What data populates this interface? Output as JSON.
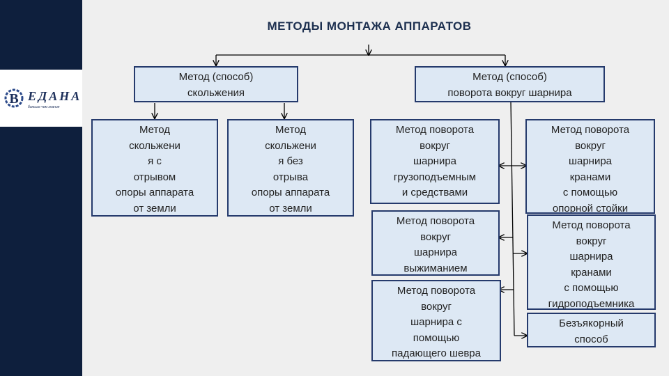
{
  "logo": {
    "name": "ЕДАНА",
    "slogan": "больше чем знания"
  },
  "title": "МЕТОДЫ  МОНТАЖА  АППАРАТОВ",
  "boxes": {
    "sliding": [
      "Метод (способ)",
      "скольжения"
    ],
    "rotation": [
      "Метод (способ)",
      "поворота вокруг шарнира"
    ],
    "sliding_with_lift": [
      "Метод",
      "скольжени",
      "я  с",
      "отрывом",
      "опоры аппарата",
      "от земли"
    ],
    "sliding_without_lift": [
      "Метод",
      "скольжени",
      "я  без",
      "отрыва",
      "опоры аппарата",
      "от земли"
    ],
    "rot_lifting_means": [
      "Метод поворота",
      "вокруг",
      "шарнира",
      "грузоподъемным",
      "и  средствами"
    ],
    "rot_cranes_support": [
      "Метод поворота",
      "вокруг",
      "шарнира",
      "кранами",
      "с помощью",
      "опорной стойки"
    ],
    "rot_pressing": [
      "Метод поворота",
      "вокруг",
      "шарнира",
      "выжиманием"
    ],
    "rot_cranes_hydraulic": [
      "Метод поворота",
      "вокруг",
      "шарнира",
      "кранами",
      "с помощью",
      "гидроподъемника"
    ],
    "rot_falling_boom": [
      "Метод поворота",
      "вокруг",
      "шарнира  с",
      "помощью",
      "падающего шевра"
    ],
    "anchorless": [
      "Безъякорный",
      "способ"
    ]
  }
}
